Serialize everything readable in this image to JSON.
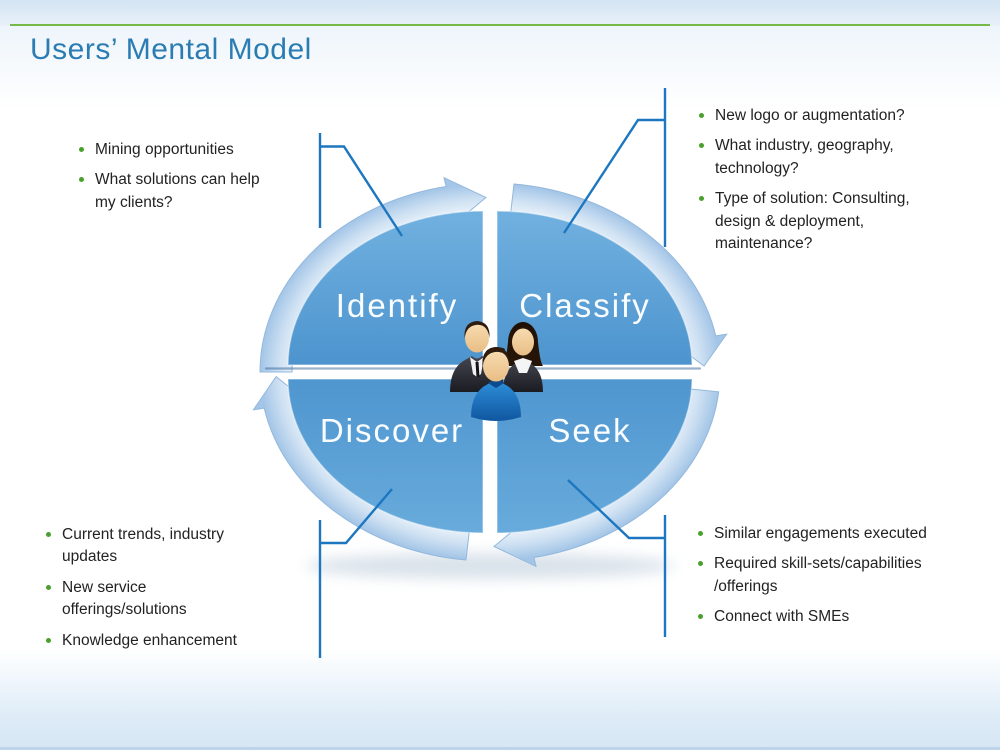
{
  "slide": {
    "title": "Users’ Mental Model"
  },
  "diagram": {
    "flow_direction": "clockwise",
    "center_icon": "people-group-icon",
    "quadrants": [
      {
        "label": "Identify",
        "position": "top-left"
      },
      {
        "label": "Classify",
        "position": "top-right"
      },
      {
        "label": "Discover",
        "position": "bottom-left"
      },
      {
        "label": "Seek",
        "position": "bottom-right"
      }
    ]
  },
  "callouts": {
    "top_left": {
      "items": [
        "Mining opportunities",
        "What solutions can help my clients?"
      ]
    },
    "top_right": {
      "items": [
        "New logo or augmentation?",
        "What industry, geography, technology?",
        "Type of solution: Consulting, design & deployment, maintenance?"
      ]
    },
    "bottom_left": {
      "items": [
        "Current trends, industry updates",
        "New service offerings/solutions",
        "Knowledge enhancement"
      ]
    },
    "bottom_right": {
      "items": [
        "Similar engagements executed",
        "Required skill-sets/capabilities /offerings",
        "Connect with SMEs"
      ]
    }
  },
  "colors": {
    "title_blue": "#2b7cb3",
    "divider_green": "#76b94a",
    "quadrant_blue": "#5aa2d7",
    "ring_light_blue": "#bcd5ee",
    "connector_blue": "#1c76c0",
    "bullet_green": "#4aa02c",
    "label_text": "#fafdff",
    "body_text": "#222222"
  }
}
